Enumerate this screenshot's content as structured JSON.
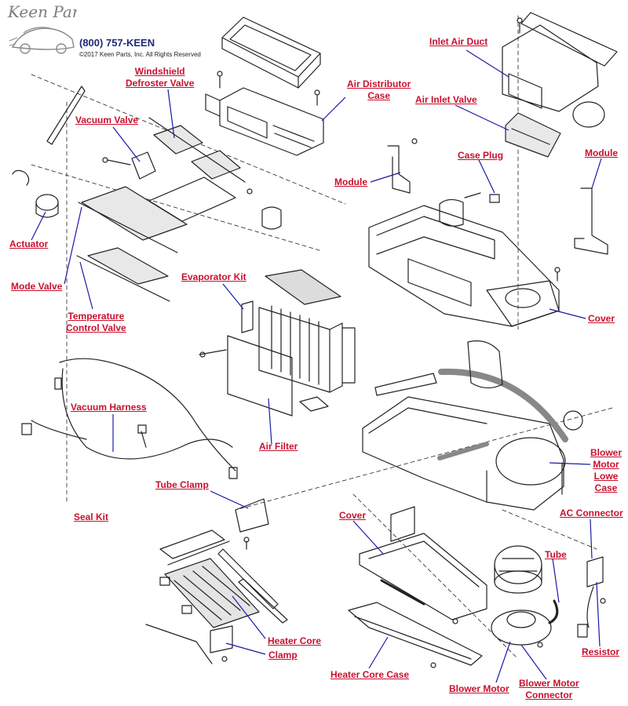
{
  "brand": {
    "logo_text": "Keen Parts",
    "phone": "(800) 757-KEEN",
    "copyright": "©2017 Keen Parts, Inc. All Rights Reserved"
  },
  "colors": {
    "label": "#c8102e",
    "leader": "#1a1aa8",
    "linework": "#222222",
    "phone": "#1e2a7a"
  },
  "labels": {
    "windshield_defroster_valve": [
      "Windshield",
      "Defroster Valve"
    ],
    "vacuum_valve": "Vacuum Valve",
    "actuator": "Actuator",
    "mode_valve": "Mode Valve",
    "temperature_control_valve": [
      "Temperature",
      "Control Valve"
    ],
    "vacuum_harness": "Vacuum Harness",
    "seal_kit": "Seal Kit",
    "tube_clamp": "Tube Clamp",
    "air_distributor_case": [
      "Air Distributor",
      "Case"
    ],
    "evaporator_kit": "Evaporator Kit",
    "air_filter": "Air Filter",
    "inlet_air_duct": "Inlet Air Duct",
    "air_inlet_valve": "Air Inlet Valve",
    "module_center": "Module",
    "case_plug": "Case Plug",
    "module_right": "Module",
    "cover_upper": "Cover",
    "blower_motor_lower_case": [
      "Blower",
      "Motor",
      "Lowe",
      "Case"
    ],
    "ac_connector": "AC Connector",
    "cover_lower": "Cover",
    "tube": "Tube",
    "resistor": "Resistor",
    "heater_core": "Heater Core",
    "clamp": "Clamp",
    "heater_core_case": "Heater Core Case",
    "blower_motor": "Blower Motor",
    "blower_motor_connector": [
      "Blower Motor",
      "Connector"
    ]
  }
}
